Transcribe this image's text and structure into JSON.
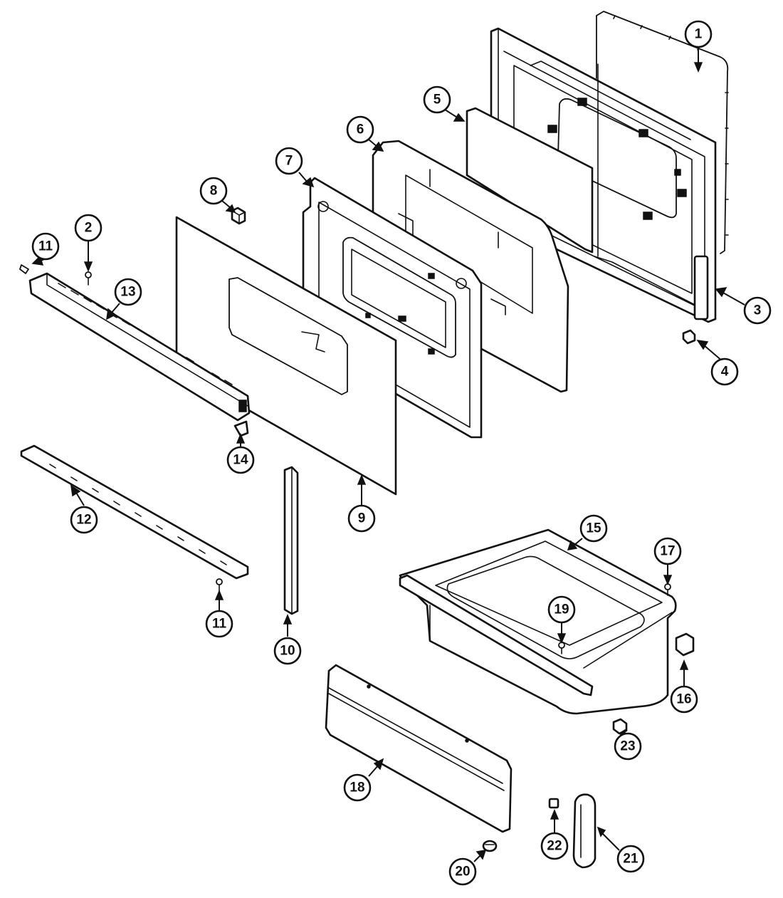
{
  "diagram": {
    "callouts": [
      {
        "id": "c1",
        "label": "1"
      },
      {
        "id": "c2",
        "label": "2"
      },
      {
        "id": "c3",
        "label": "3"
      },
      {
        "id": "c4",
        "label": "4"
      },
      {
        "id": "c5",
        "label": "5"
      },
      {
        "id": "c6",
        "label": "6"
      },
      {
        "id": "c7",
        "label": "7"
      },
      {
        "id": "c8",
        "label": "8"
      },
      {
        "id": "c9",
        "label": "9"
      },
      {
        "id": "c10",
        "label": "10"
      },
      {
        "id": "c11a",
        "label": "11"
      },
      {
        "id": "c11b",
        "label": "11"
      },
      {
        "id": "c12",
        "label": "12"
      },
      {
        "id": "c13",
        "label": "13"
      },
      {
        "id": "c14",
        "label": "14"
      },
      {
        "id": "c15",
        "label": "15"
      },
      {
        "id": "c16",
        "label": "16"
      },
      {
        "id": "c17",
        "label": "17"
      },
      {
        "id": "c18",
        "label": "18"
      },
      {
        "id": "c19",
        "label": "19"
      },
      {
        "id": "c20",
        "label": "20"
      },
      {
        "id": "c21",
        "label": "21"
      },
      {
        "id": "c22",
        "label": "22"
      },
      {
        "id": "c23",
        "label": "23"
      }
    ],
    "colors": {
      "line": "#111111",
      "background": "#ffffff"
    }
  }
}
